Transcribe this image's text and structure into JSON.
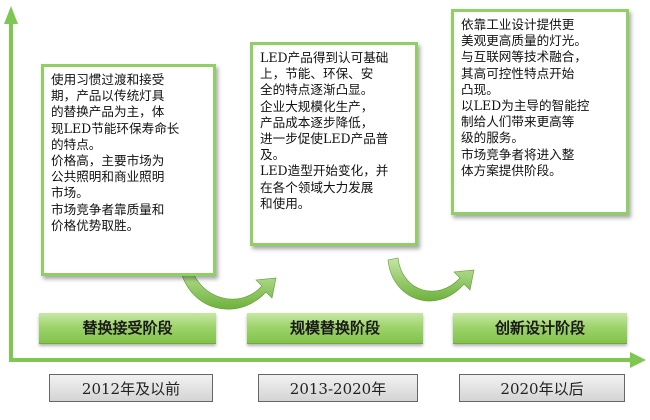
{
  "stages": [
    {
      "text": "使用习惯过渡和接受\n期，产品以传统灯具\n的替换产品为主，体\n现LED节能环保寿命长\n的特点。\n价格高，主要市场为\n公共照明和商业照明\n市场。\n市场竞争者靠质量和\n价格优势取胜。",
      "label": "替换接受阶段",
      "period": "2012年及以前"
    },
    {
      "text": "LED产品得到认可基础\n上，节能、环保、安\n全的特点逐渐凸显。\n企业大规模化生产，\n产品成本逐步降低，\n进一步促使LED产品普\n及。\nLED造型开始变化，并\n在各个领域大力发展\n和使用。",
      "label": "规模替换阶段",
      "period": "2013-2020年"
    },
    {
      "text": "依靠工业设计提供更\n美观更高质量的灯光。\n与互联网等技术融合，\n其高可控性特点开始\n凸现。\n以LED为主导的智能控\n制给人们带来更高等\n级的服务。\n市场竞争者将进入整\n体方案提供阶段。",
      "label": "创新设计阶段",
      "period": "2020年以后"
    }
  ],
  "colors": {
    "axis": "#7ec852",
    "box_border": "#8fcf63",
    "stage_bar": "#9fd46c",
    "arrow": "#7cc14a"
  }
}
